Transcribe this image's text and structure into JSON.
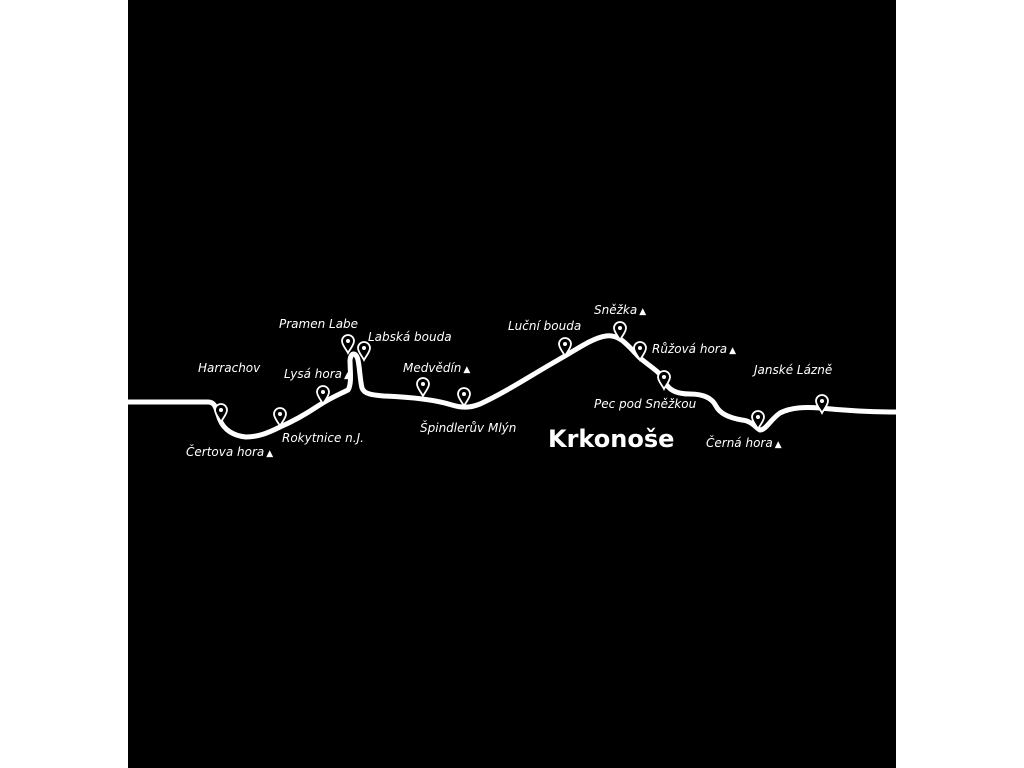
{
  "route": {
    "title": "Krkonoše",
    "peak_marker": "▲",
    "stops": [
      {
        "id": "harrachov",
        "label": "Harrachov",
        "peak": false
      },
      {
        "id": "certova-hora",
        "label": "Čertova hora",
        "peak": true
      },
      {
        "id": "rokytnice",
        "label": "Rokytnice n.J.",
        "peak": false
      },
      {
        "id": "lysa-hora",
        "label": "Lysá hora",
        "peak": true
      },
      {
        "id": "pramen-labe",
        "label": "Pramen Labe",
        "peak": false
      },
      {
        "id": "labska-bouda",
        "label": "Labská bouda",
        "peak": false
      },
      {
        "id": "medvedin",
        "label": "Medvědín",
        "peak": true
      },
      {
        "id": "spindleruv-mlyn",
        "label": "Špindlerův Mlýn",
        "peak": false
      },
      {
        "id": "lucni-bouda",
        "label": "Luční bouda",
        "peak": false
      },
      {
        "id": "snezka",
        "label": "Sněžka",
        "peak": true
      },
      {
        "id": "ruzova-hora",
        "label": "Růžová hora",
        "peak": true
      },
      {
        "id": "pec-pod-snezkou",
        "label": "Pec pod Sněžkou",
        "peak": false
      },
      {
        "id": "cerna-hora",
        "label": "Černá hora",
        "peak": true
      },
      {
        "id": "janske-lazne",
        "label": "Janské Lázně",
        "peak": false
      }
    ],
    "colors": {
      "background": "#000000",
      "line": "#ffffff",
      "text": "#ffffff"
    },
    "icons": {
      "stop": "map-pin-icon",
      "peak": "triangle-icon"
    }
  }
}
